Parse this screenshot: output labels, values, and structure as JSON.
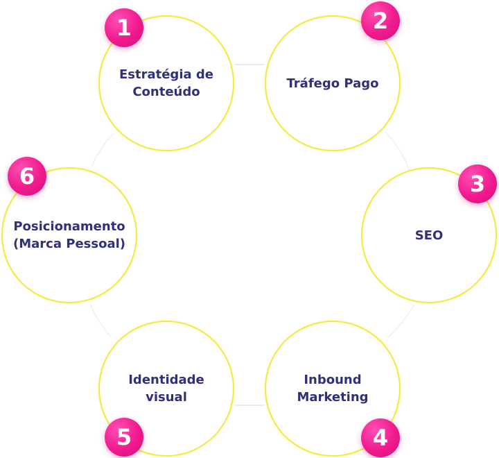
{
  "accent_ring_color": "#f1ea3a",
  "badge_color": "#f01a8e",
  "label_color": "#2f2f7a",
  "connector_color": "#e6e6e6",
  "steps": [
    {
      "number": "1",
      "label": "Estratégia de\nConteúdo"
    },
    {
      "number": "2",
      "label": "Tráfego Pago"
    },
    {
      "number": "3",
      "label": "SEO"
    },
    {
      "number": "4",
      "label": "Inbound\nMarketing"
    },
    {
      "number": "5",
      "label": "Identidade\nvisual"
    },
    {
      "number": "6",
      "label": "Posicionamento\n(Marca Pessoal)"
    }
  ]
}
